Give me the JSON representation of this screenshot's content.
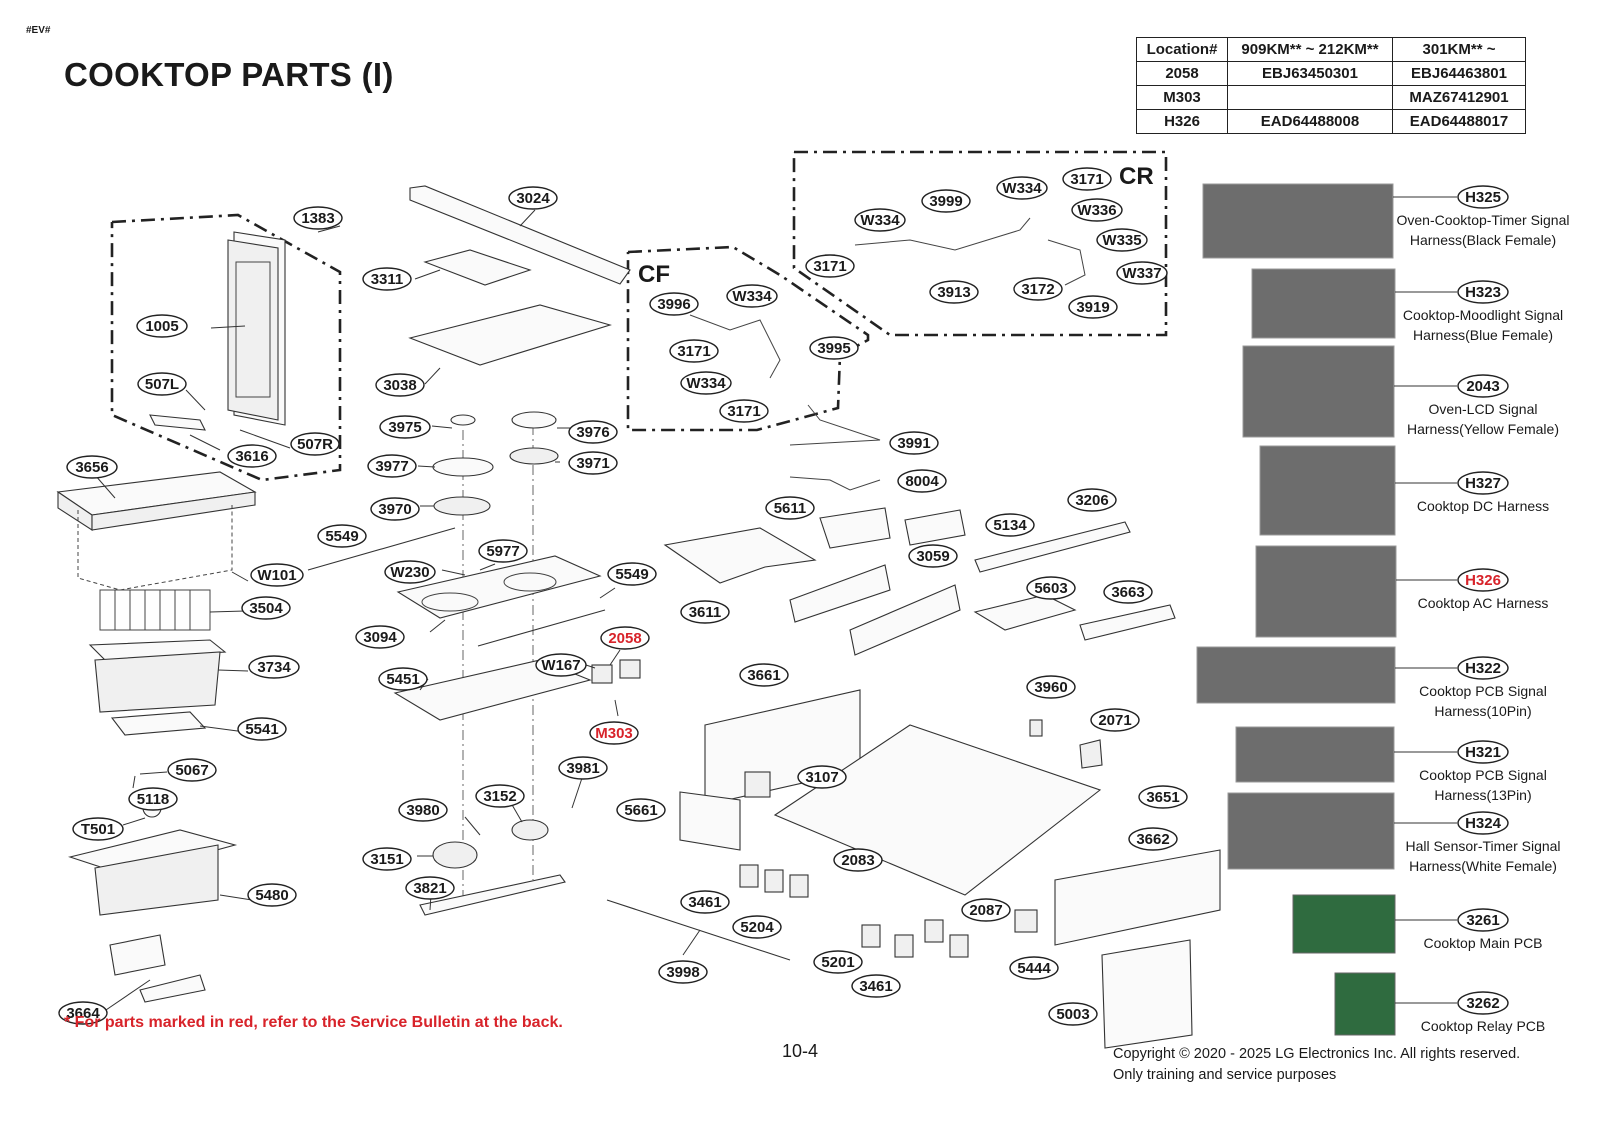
{
  "header": {
    "tag": "#EV#",
    "title": "COOKTOP PARTS (I)"
  },
  "location_table": {
    "headers": [
      "Location#",
      "909KM** ~ 212KM**",
      "301KM** ~"
    ],
    "rows": [
      [
        "2058",
        "EBJ63450301",
        "EBJ64463801"
      ],
      [
        "M303",
        "",
        "MAZ67412901"
      ],
      [
        "H326",
        "EAD64488008",
        "EAD64488017"
      ]
    ]
  },
  "groups": {
    "cf": "CF",
    "cr": "CR"
  },
  "callouts": {
    "c1383": "1383",
    "c1005": "1005",
    "c507l": "507L",
    "c507r": "507R",
    "c3616": "3616",
    "c3656": "3656",
    "cw101": "W101",
    "c3504": "3504",
    "c3734": "3734",
    "c5541": "5541",
    "c5067": "5067",
    "c5118": "5118",
    "ct501": "T501",
    "c5480": "5480",
    "c3664": "3664",
    "c3024": "3024",
    "c3311": "3311",
    "c3038": "3038",
    "c3975": "3975",
    "c3976": "3976",
    "c3977": "3977",
    "c3971": "3971",
    "c3970": "3970",
    "c5549a": "5549",
    "c5977": "5977",
    "cw230": "W230",
    "c5549b": "5549",
    "c3094": "3094",
    "c5451": "5451",
    "c2058": "2058",
    "cw167": "W167",
    "cm303": "M303",
    "c3980": "3980",
    "c3152": "3152",
    "c3981": "3981",
    "c3151": "3151",
    "c3821": "3821",
    "c3998": "3998",
    "c3996": "3996",
    "cw334_cf1": "W334",
    "c3171_cf1": "3171",
    "c3995": "3995",
    "cw334_cf2": "W334",
    "c3171_cf2": "3171",
    "c3991": "3991",
    "c8004": "8004",
    "c5611": "5611",
    "c5134": "5134",
    "c3611": "3611",
    "c3059": "3059",
    "c3206": "3206",
    "c5603": "5603",
    "c3663": "3663",
    "c3661": "3661",
    "c3960": "3960",
    "c2071": "2071",
    "c3107": "3107",
    "c5661": "5661",
    "c3651": "3651",
    "c3662": "3662",
    "c2083": "2083",
    "c3461a": "3461",
    "c5204": "5204",
    "c2087": "2087",
    "c5201": "5201",
    "c3461b": "3461",
    "c5444": "5444",
    "c5003": "5003",
    "cw334_cr1": "W334",
    "c3999": "3999",
    "cw334_cr2": "W334",
    "c3171_cr1": "3171",
    "cw336": "W336",
    "cw335": "W335",
    "c3171_cr2": "3171",
    "c3913": "3913",
    "c3172": "3172",
    "cw337": "W337",
    "c3919": "3919"
  },
  "harnesses": [
    {
      "id": "H325",
      "caption": [
        "Oven-Cooktop-Timer Signal",
        "Harness(Black Female)"
      ],
      "red": false
    },
    {
      "id": "H323",
      "caption": [
        "Cooktop-Moodlight Signal",
        "Harness(Blue Female)"
      ],
      "red": false
    },
    {
      "id": "2043",
      "caption": [
        "Oven-LCD Signal",
        "Harness(Yellow Female)"
      ],
      "red": false
    },
    {
      "id": "H327",
      "caption": [
        "Cooktop DC Harness"
      ],
      "red": false
    },
    {
      "id": "H326",
      "caption": [
        "Cooktop AC Harness"
      ],
      "red": true
    },
    {
      "id": "H322",
      "caption": [
        "Cooktop PCB Signal",
        "Harness(10Pin)"
      ],
      "red": false
    },
    {
      "id": "H321",
      "caption": [
        "Cooktop PCB Signal",
        "Harness(13Pin)"
      ],
      "red": false
    },
    {
      "id": "H324",
      "caption": [
        "Hall Sensor-Timer Signal",
        "Harness(White Female)"
      ],
      "red": false
    },
    {
      "id": "3261",
      "caption": [
        "Cooktop Main PCB"
      ],
      "red": false
    },
    {
      "id": "3262",
      "caption": [
        "Cooktop Relay PCB"
      ],
      "red": false
    }
  ],
  "footer": {
    "note": "* For parts marked in red, refer to the Service Bulletin at the back.",
    "page": "10-4",
    "copyright_1": "Copyright © 2020 - 2025 LG Electronics Inc. All rights reserved.",
    "copyright_2": "Only training and service purposes"
  }
}
